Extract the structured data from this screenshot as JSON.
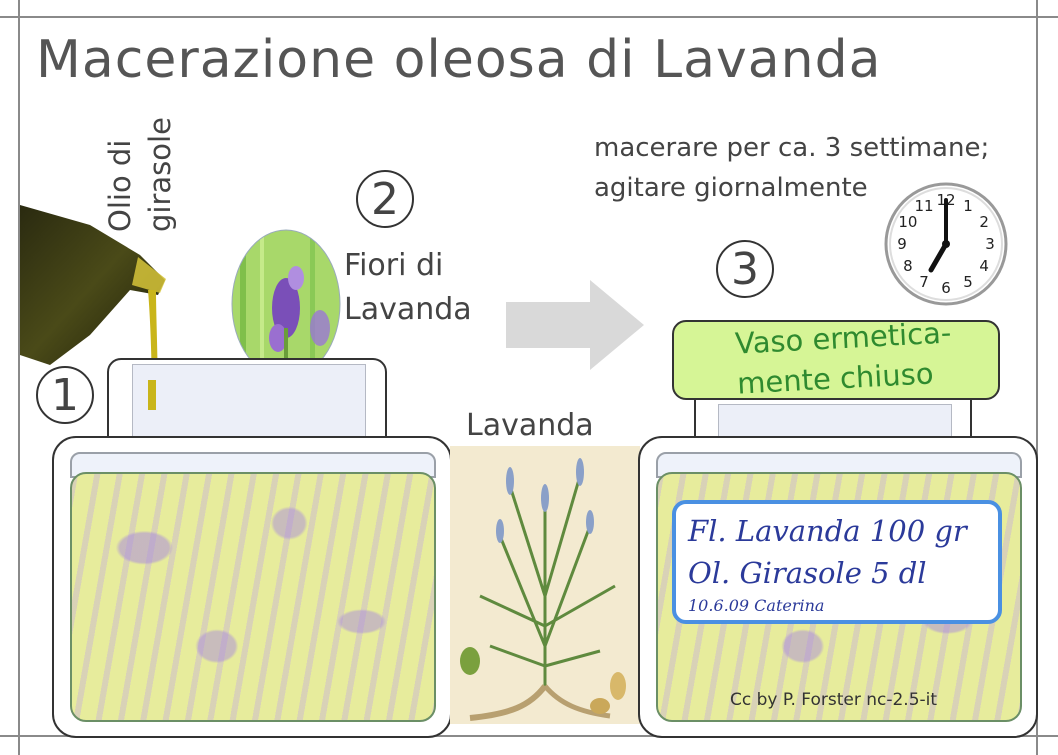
{
  "title": "Macerazione oleosa di Lavanda",
  "steps": {
    "one": "1",
    "two": "2",
    "three": "3"
  },
  "oil": {
    "line1": "Olio di",
    "line2": "girasole"
  },
  "flowers": {
    "line1": "Fiori di",
    "line2": "Lavanda"
  },
  "plant_label": "Lavanda",
  "instructions": {
    "line1": "macerare per ca. 3 settimane;",
    "line2": "agitare giornalmente"
  },
  "lid": {
    "line1": "Vaso ermetica-",
    "line2": "mente chiuso"
  },
  "tag": {
    "line1": "Fl. Lavanda 100 gr",
    "line2": "Ol. Girasole 5 dl",
    "line3": "10.6.09 Caterina"
  },
  "clock": {
    "numbers": [
      "12",
      "1",
      "2",
      "3",
      "4",
      "5",
      "6",
      "7",
      "8",
      "9",
      "10",
      "11"
    ],
    "hour": 7,
    "minute": 0
  },
  "credit": "Cc by P. Forster nc-2.5-it",
  "colors": {
    "lid_fill": "#d6f596",
    "lid_text": "#2f8a2f",
    "tag_border": "#4a90e2",
    "tag_text": "#2b3a9a",
    "arrow": "#d9d9d9",
    "oil": "#c9b51a"
  }
}
